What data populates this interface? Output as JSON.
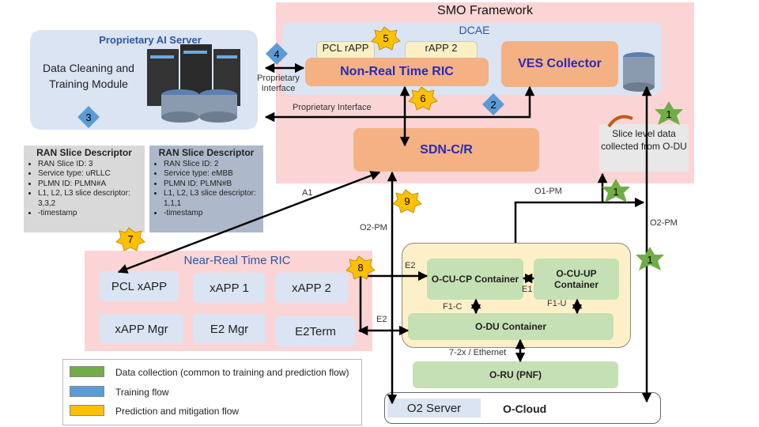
{
  "smo": {
    "title": "SMO Framework"
  },
  "dcae": {
    "title": "DCAE",
    "pcl_rapp": "PCL rAPP",
    "rapp2": "rAPP 2",
    "nonrt_ric": "Non-Real Time RIC",
    "ves": "VES Collector"
  },
  "sdnc": {
    "label": "SDN-C/R"
  },
  "slice_note": {
    "text": "Slice level data collected from O-DU"
  },
  "ai_server": {
    "title": "Proprietary AI Server",
    "module": "Data Cleaning and Training Module"
  },
  "descriptors": [
    {
      "title": "RAN Slice Descriptor",
      "items": [
        "RAN Slice ID: 3",
        "Service type: uRLLC",
        "PLMN ID: PLMN#A",
        "L1, L2, L3 slice descriptor: 3,3,2",
        "-timestamp"
      ]
    },
    {
      "title": "RAN Slice Descriptor",
      "items": [
        "RAN Slice ID: 2",
        "Service type: eMBB",
        "PLMN ID: PLMN#B",
        "L1, L2, L3 slice descriptor: 1,1,1",
        "-timestamp"
      ]
    }
  ],
  "near_rt": {
    "title": "Near-Real Time RIC",
    "apps": [
      "PCL xAPP",
      "xAPP 1",
      "xAPP 2",
      "xAPP Mgr",
      "E2 Mgr",
      "E2Term"
    ]
  },
  "ocu": {
    "cp": "O-CU-CP Container",
    "up": "O-CU-UP Container",
    "du": "O-DU Container",
    "ru": "O-RU (PNF)"
  },
  "ocloud": {
    "server": "O2 Server",
    "label": "O-Cloud"
  },
  "links": {
    "proprietary_interface_1": "Proprietary Interface",
    "proprietary_interface_2": "Proprietary Interface",
    "a1": "A1",
    "o2pm_left": "O2-PM",
    "o2pm_right": "O2-PM",
    "o1pm": "O1-PM",
    "e2_top": "E2",
    "e2_bottom": "E2",
    "e1": "E1",
    "f1c": "F1-C",
    "f1u": "F1-U",
    "fronthaul": "7-2x / Ethernet"
  },
  "badges": {
    "b1a": "1",
    "b1b": "1",
    "b1c": "1",
    "b2": "2",
    "b3": "3",
    "b4": "4",
    "b5": "5",
    "b6": "6",
    "b7": "7",
    "b8": "8",
    "b9": "9"
  },
  "legend": {
    "items": [
      {
        "label": "Data collection (common to training and prediction flow)",
        "color": "#70ad47"
      },
      {
        "label": "Training flow",
        "color": "#5b9bd5"
      },
      {
        "label": "Prediction and mitigation flow",
        "color": "#ffc000"
      }
    ]
  },
  "colors": {
    "green": "#70ad47",
    "blue": "#5b9bd5",
    "yellow": "#ffc000"
  }
}
